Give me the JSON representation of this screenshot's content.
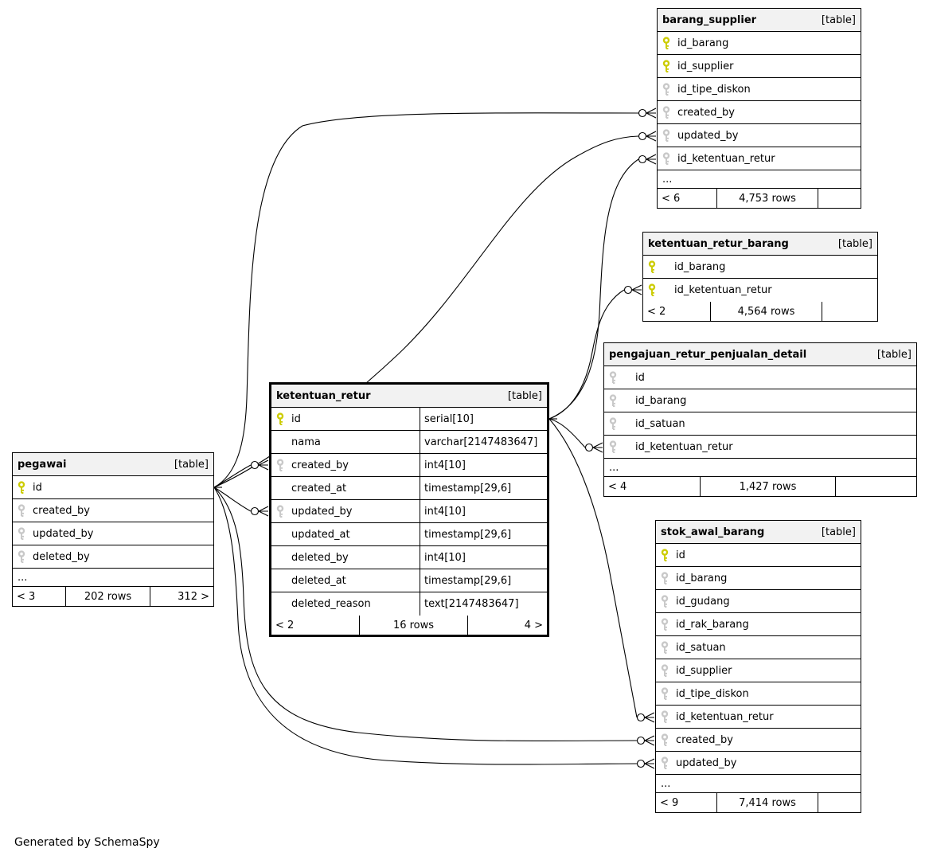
{
  "diagram": {
    "footer_note": "Generated by SchemaSpy",
    "colors": {
      "primary_key": "#cccc00",
      "foreign_key": "#c8c8c8",
      "header_bg": "#f2f2f2",
      "line": "#000000"
    },
    "tables": [
      {
        "name": "barang_supplier",
        "tag": "[table]",
        "wide": false,
        "columns": [
          {
            "name": "id_barang",
            "key": "pk"
          },
          {
            "name": "id_supplier",
            "key": "pk"
          },
          {
            "name": "id_tipe_diskon",
            "key": "fk"
          },
          {
            "name": "created_by",
            "key": "fk"
          },
          {
            "name": "updated_by",
            "key": "fk"
          },
          {
            "name": "id_ketentuan_retur",
            "key": "fk"
          }
        ],
        "ellipsis": "...",
        "footer": {
          "left": "< 6",
          "center": "4,753 rows",
          "right": ""
        }
      },
      {
        "name": "ketentuan_retur_barang",
        "tag": "[table]",
        "wide": true,
        "columns": [
          {
            "name": "id_barang",
            "key": "pk"
          },
          {
            "name": "id_ketentuan_retur",
            "key": "pk"
          }
        ],
        "ellipsis": null,
        "footer": {
          "left": "< 2",
          "center": "4,564 rows",
          "right": ""
        }
      },
      {
        "name": "pengajuan_retur_penjualan_detail",
        "tag": "[table]",
        "wide": true,
        "columns": [
          {
            "name": "id",
            "key": "fk"
          },
          {
            "name": "id_barang",
            "key": "fk"
          },
          {
            "name": "id_satuan",
            "key": "fk"
          },
          {
            "name": "id_ketentuan_retur",
            "key": "fk"
          }
        ],
        "ellipsis": "...",
        "footer": {
          "left": "< 4",
          "center": "1,427 rows",
          "right": ""
        }
      },
      {
        "name": "ketentuan_retur",
        "tag": "[table]",
        "wide": false,
        "main": true,
        "columns": [
          {
            "name": "id",
            "key": "pk",
            "type": "serial[10]"
          },
          {
            "name": "nama",
            "key": null,
            "type": "varchar[2147483647]"
          },
          {
            "name": "created_by",
            "key": "fk",
            "type": "int4[10]"
          },
          {
            "name": "created_at",
            "key": null,
            "type": "timestamp[29,6]"
          },
          {
            "name": "updated_by",
            "key": "fk",
            "type": "int4[10]"
          },
          {
            "name": "updated_at",
            "key": null,
            "type": "timestamp[29,6]"
          },
          {
            "name": "deleted_by",
            "key": null,
            "type": "int4[10]"
          },
          {
            "name": "deleted_at",
            "key": null,
            "type": "timestamp[29,6]"
          },
          {
            "name": "deleted_reason",
            "key": null,
            "type": "text[2147483647]"
          }
        ],
        "ellipsis": null,
        "footer": {
          "left": "< 2",
          "center": "16 rows",
          "right": "4 >"
        }
      },
      {
        "name": "pegawai",
        "tag": "[table]",
        "wide": false,
        "columns": [
          {
            "name": "id",
            "key": "pk"
          },
          {
            "name": "created_by",
            "key": "fk"
          },
          {
            "name": "updated_by",
            "key": "fk"
          },
          {
            "name": "deleted_by",
            "key": "fk"
          }
        ],
        "ellipsis": "...",
        "footer": {
          "left": "< 3",
          "center": "202 rows",
          "right": "312 >"
        }
      },
      {
        "name": "stok_awal_barang",
        "tag": "[table]",
        "wide": false,
        "columns": [
          {
            "name": "id",
            "key": "pk"
          },
          {
            "name": "id_barang",
            "key": "fk"
          },
          {
            "name": "id_gudang",
            "key": "fk"
          },
          {
            "name": "id_rak_barang",
            "key": "fk"
          },
          {
            "name": "id_satuan",
            "key": "fk"
          },
          {
            "name": "id_supplier",
            "key": "fk"
          },
          {
            "name": "id_tipe_diskon",
            "key": "fk"
          },
          {
            "name": "id_ketentuan_retur",
            "key": "fk"
          },
          {
            "name": "created_by",
            "key": "fk"
          },
          {
            "name": "updated_by",
            "key": "fk"
          }
        ],
        "ellipsis": "...",
        "footer": {
          "left": "< 9",
          "center": "7,414 rows",
          "right": ""
        }
      }
    ],
    "relationships": [
      {
        "from": "pegawai.id",
        "to": "barang_supplier.created_by"
      },
      {
        "from": "pegawai.id",
        "to": "barang_supplier.updated_by"
      },
      {
        "from": "pegawai.id",
        "to": "ketentuan_retur.created_by"
      },
      {
        "from": "pegawai.id",
        "to": "ketentuan_retur.updated_by"
      },
      {
        "from": "pegawai.id",
        "to": "stok_awal_barang.created_by"
      },
      {
        "from": "pegawai.id",
        "to": "stok_awal_barang.updated_by"
      },
      {
        "from": "ketentuan_retur.id",
        "to": "barang_supplier.id_ketentuan_retur"
      },
      {
        "from": "ketentuan_retur.id",
        "to": "ketentuan_retur_barang.id_ketentuan_retur"
      },
      {
        "from": "ketentuan_retur.id",
        "to": "pengajuan_retur_penjualan_detail.id_ketentuan_retur"
      },
      {
        "from": "ketentuan_retur.id",
        "to": "stok_awal_barang.id_ketentuan_retur"
      }
    ]
  }
}
